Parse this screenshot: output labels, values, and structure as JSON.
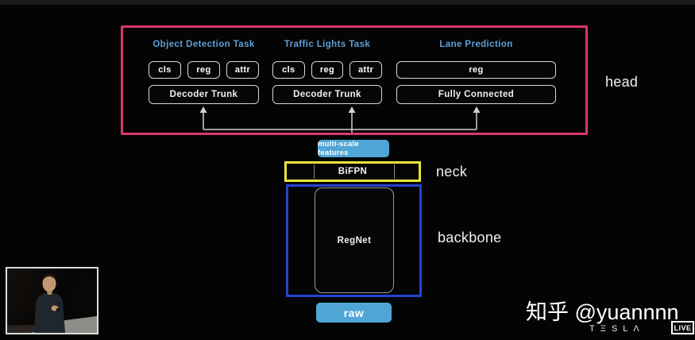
{
  "labels": {
    "head": "head",
    "neck": "neck",
    "backbone": "backbone"
  },
  "head": {
    "columns": [
      {
        "title": "Object Detection Task",
        "chips": [
          "cls",
          "reg",
          "attr"
        ],
        "bottom": "Decoder Trunk"
      },
      {
        "title": "Traffic Lights Task",
        "chips": [
          "cls",
          "reg",
          "attr"
        ],
        "bottom": "Decoder Trunk"
      },
      {
        "title": "Lane Prediction",
        "chips": [
          "reg"
        ],
        "bottom": "Fully Connected"
      }
    ]
  },
  "neck": {
    "features_badge": "multi-scale features",
    "block": "BiFPN"
  },
  "backbone": {
    "block": "RegNet",
    "input_badge": "raw"
  },
  "footer": {
    "watermark": "知乎 @yuannnn",
    "brand_wordmark": "TΞSLΛ",
    "live_badge": "LIVE"
  },
  "colors": {
    "head_outline": "#d9386b",
    "neck_outline": "#e9e43a",
    "backbone_outline": "#2544d0",
    "feature_badge_bg": "#4fa5d6",
    "task_title_text": "#5f9fd6",
    "background": "#040404"
  }
}
